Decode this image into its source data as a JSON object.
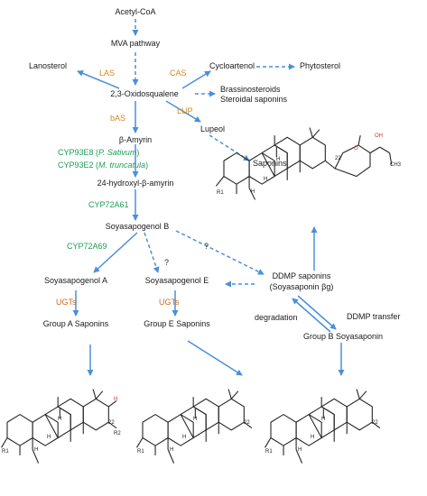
{
  "colors": {
    "arrow": "#4a90d9",
    "las_cas_bas_lup": "#d4891c",
    "cyp": "#1e9c58",
    "ugt": "#d2691e",
    "oxygen": "#c0392b"
  },
  "nodes": {
    "acetyl_coa": "Acetyl-CoA",
    "mva_pathway": "MVA pathway",
    "lanosterol": "Lanosterol",
    "cycloartenol": "Cycloartenol",
    "phytosterol": "Phytosterol",
    "oxidosqualene": "2,3-Oxidosqualene",
    "brassinosteroids": "Brassinosteroids",
    "steroidal_saponins": "Steroidal saponins",
    "beta_amyrin": "β-Amyrin",
    "lupeol": "Lupeol",
    "saponins": "Saponins",
    "hydroxy_amyrin": "24-hydroxyl-β-amyrin",
    "soyasapogenol_b": "Soyasapogenol B",
    "soyasapogenol_a": "Soyasapogenol A",
    "soyasapogenol_e": "Soyasapogenol E",
    "ddmp_saponins": "DDMP saponins",
    "ddmp_saponins_sub": "(Soyasaponin βg)",
    "group_a": "Group A Saponins",
    "group_e": "Group E Saponins",
    "group_b": "Group B Soyasaponin"
  },
  "enzymes": {
    "las": "LAS",
    "cas": "CAS",
    "bas": "bAS",
    "lup": "LUP",
    "cyp93e8_name": "CYP93E8 (",
    "cyp93e8_species": "P. Sativum",
    "cyp93e8_close": ")",
    "cyp93e2_name": "CYP93E2 (",
    "cyp93e2_species": "M. truncatula",
    "cyp93e2_close": ")",
    "cyp72a61": "CYP72A61",
    "cyp72a69": "CYP72A69",
    "ugts_a": "UGTs",
    "ugts_e": "UGTs"
  },
  "edge_labels": {
    "degradation": "degradation",
    "ddmp_transfer": "DDMP transfer",
    "question_1": "?",
    "question_2": "?"
  },
  "structure_labels": {
    "top_ring_number": "22",
    "top_r1": "R1",
    "top_oh": "OH",
    "top_o": "O",
    "top_ch3": "CH3",
    "top_h_1": "H",
    "top_h_2": "H",
    "top_h_3": "H",
    "a_ring_number": "22",
    "a_r1": "R1",
    "a_r2": "R2",
    "a_oh": "H",
    "a_h_1": "H",
    "a_h_2": "H",
    "a_h_3": "H",
    "e_ring_number": "22",
    "e_r1": "R1",
    "e_h_1": "H",
    "e_h_2": "H",
    "e_h_3": "H",
    "b_ring_number": "22",
    "b_r1": "R1",
    "b_h_1": "H",
    "b_h_2": "H",
    "b_h_3": "H"
  }
}
